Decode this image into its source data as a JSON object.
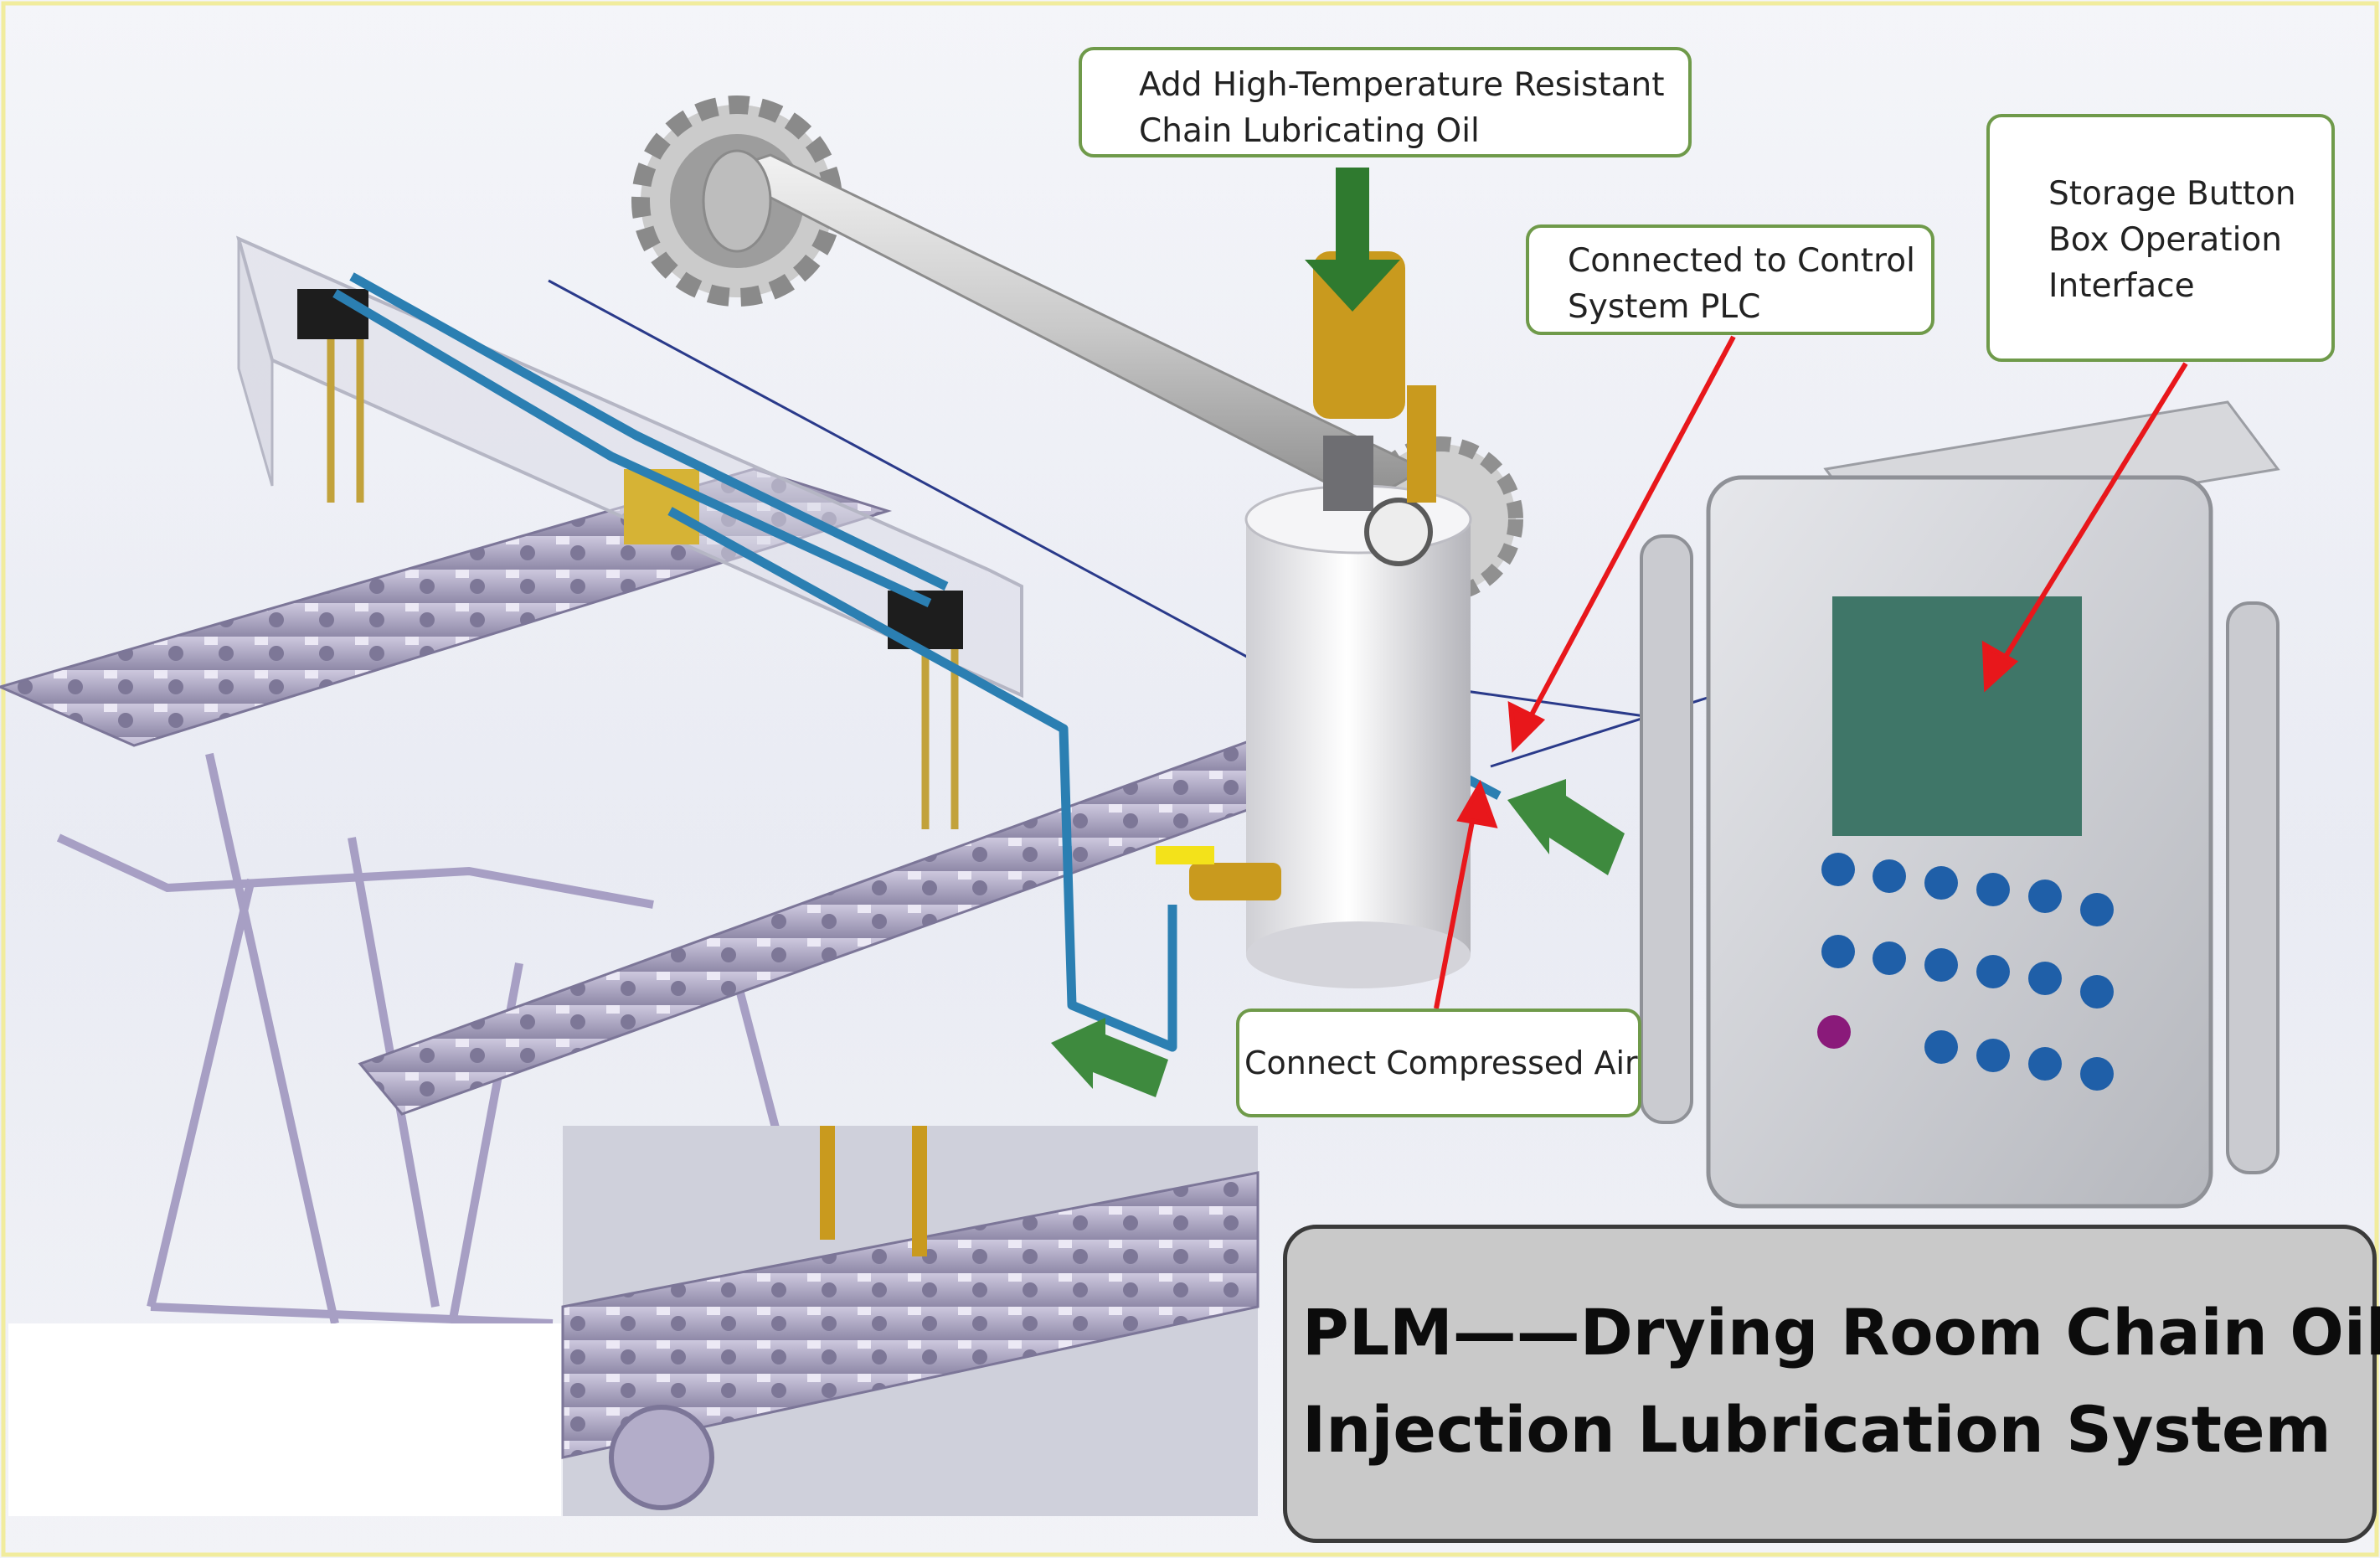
{
  "callouts": {
    "oil": {
      "line1": "Add High-Temperature Resistant",
      "line2": "Chain Lubricating Oil"
    },
    "plc": {
      "line1": "Connected to Control",
      "line2": "System PLC"
    },
    "storage": {
      "line1": "Storage Button",
      "line2": "Box Operation",
      "line3": "Interface"
    },
    "air": {
      "label": "Connect Compressed Air"
    }
  },
  "title": {
    "line1": "PLM——Drying Room Chain Oil",
    "line2": "Injection Lubrication System"
  },
  "colors": {
    "callout_border": "#6f9a4a",
    "pointer_arrow": "#e8171b",
    "flow_arrow": "#2f7a2f",
    "pipe": "#2b7fb2",
    "chain": "#b3adc9",
    "brass": "#c99a1e",
    "control_screen": "#3f7668",
    "control_button": "#1f5fa8",
    "stop_button": "#8a1a7a"
  },
  "icons": {
    "flow": "green-flow-arrow-icon",
    "pointer": "red-pointer-arrow-icon"
  }
}
